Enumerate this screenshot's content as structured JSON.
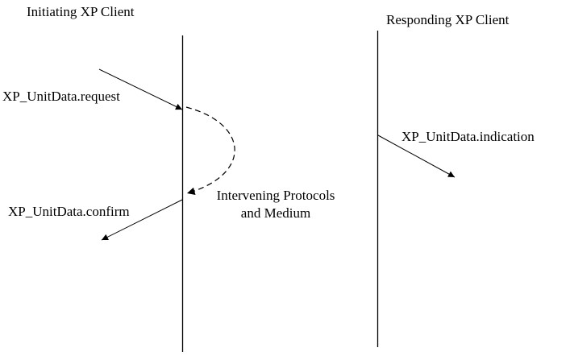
{
  "page": {
    "background_color": "#ffffff",
    "ink_color": "#000000"
  },
  "diagram": {
    "type": "sequence-diagram",
    "left_lifeline_title": "Initiating XP Client",
    "right_lifeline_title": "Responding XP Client",
    "messages": {
      "request": "XP_UnitData.request",
      "indication": "XP_UnitData.indication",
      "confirm": "XP_UnitData.confirm"
    },
    "medium_note": {
      "line1": "Intervening Protocols",
      "line2": "and Medium"
    }
  }
}
